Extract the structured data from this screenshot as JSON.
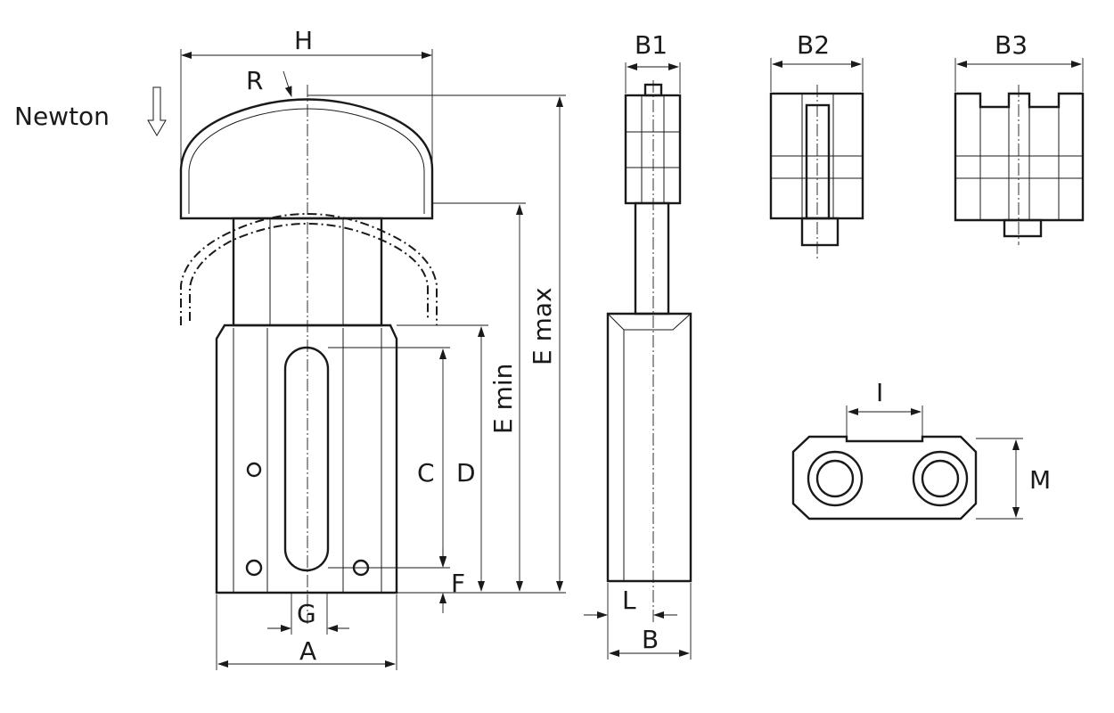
{
  "labels": {
    "H": "H",
    "R": "R",
    "newton": "Newton",
    "B1": "B1",
    "B2": "B2",
    "B3": "B3",
    "E_max": "E max",
    "E_min": "E min",
    "C": "C",
    "D": "D",
    "F": "F",
    "G": "G",
    "A": "A",
    "L": "L",
    "B": "B",
    "I": "I",
    "M": "M"
  },
  "icons": {
    "force_arrow": "arrow-down-icon"
  }
}
